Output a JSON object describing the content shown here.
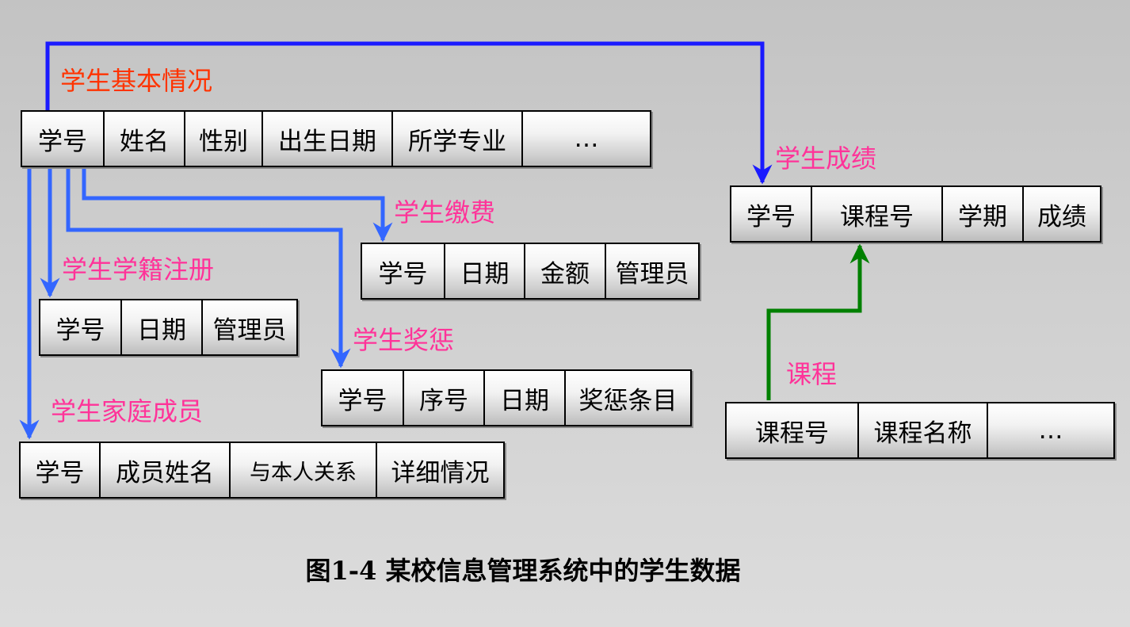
{
  "colors": {
    "main_title": "#ff3300",
    "sub_title": "#ff3399",
    "arrow_main": "#1a1aff",
    "arrow_sub": "#3366ff",
    "arrow_course": "#008000"
  },
  "tables": {
    "basic": {
      "title": "学生基本情况",
      "fields": [
        "学号",
        "姓名",
        "性别",
        "出生日期",
        "所学专业",
        "…"
      ]
    },
    "payment": {
      "title": "学生缴费",
      "fields": [
        "学号",
        "日期",
        "金额",
        "管理员"
      ]
    },
    "register": {
      "title": "学生学籍注册",
      "fields": [
        "学号",
        "日期",
        "管理员"
      ]
    },
    "reward": {
      "title": "学生奖惩",
      "fields": [
        "学号",
        "序号",
        "日期",
        "奖惩条目"
      ]
    },
    "family": {
      "title": "学生家庭成员",
      "fields": [
        "学号",
        "成员姓名",
        "与本人关系",
        "详细情况"
      ]
    },
    "grade": {
      "title": "学生成绩",
      "fields": [
        "学号",
        "课程号",
        "学期",
        "成绩"
      ]
    },
    "course": {
      "title": "课程",
      "fields": [
        "课程号",
        "课程名称",
        "…"
      ]
    }
  },
  "caption": "图1-4  某校信息管理系统中的学生数据"
}
